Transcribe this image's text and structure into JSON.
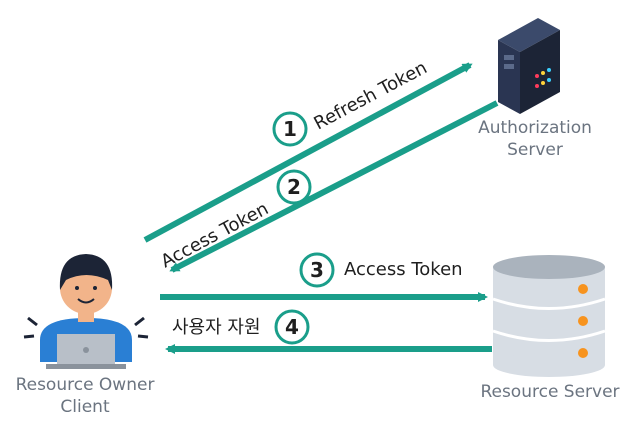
{
  "colors": {
    "arrow": "#1a9e8a",
    "label": "#6b7480"
  },
  "nodes": {
    "authorization_server": {
      "line1": "Authorization",
      "line2": "Server",
      "icon": "server-tower-icon"
    },
    "resource_server": {
      "label": "Resource Server",
      "icon": "database-icon"
    },
    "client": {
      "line1": "Resource Owner",
      "line2": "Client",
      "icon": "person-laptop-icon"
    }
  },
  "steps": [
    {
      "number": "1",
      "label": "Refresh Token"
    },
    {
      "number": "2",
      "label": "Access Token"
    },
    {
      "number": "3",
      "label": "Access Token"
    },
    {
      "number": "4",
      "label": "사용자 자원"
    }
  ]
}
